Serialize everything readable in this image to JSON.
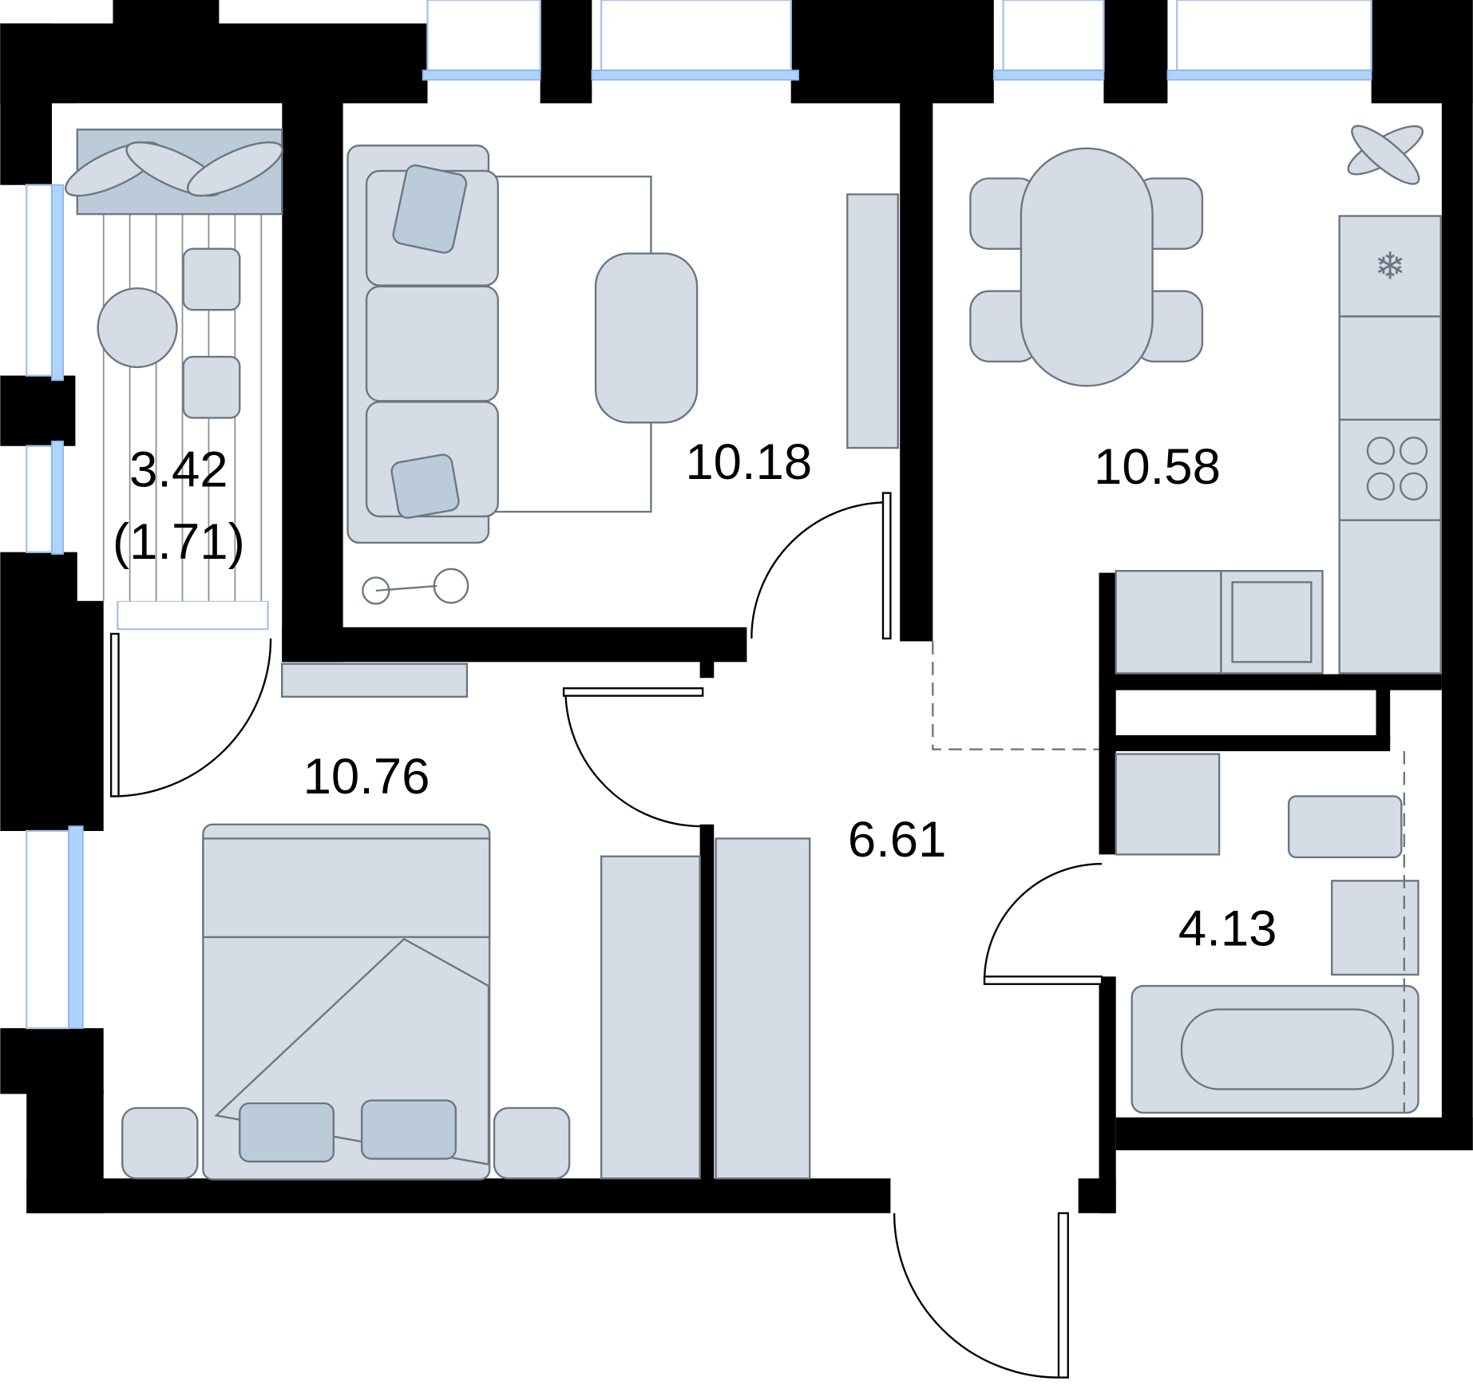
{
  "rooms": {
    "balcony": {
      "area": "3.42",
      "reduced_area": "(1.71)"
    },
    "living_room": {
      "area": "10.18"
    },
    "kitchen": {
      "area": "10.58"
    },
    "bedroom": {
      "area": "10.76"
    },
    "hallway": {
      "area": "6.61"
    },
    "bathroom": {
      "area": "4.13"
    }
  },
  "colors": {
    "wall": "#000000",
    "furniture_fill": "#d5dce5",
    "furniture_stroke": "#6b7680",
    "accent_fill": "#bccbd9",
    "window_glass": "#aed3ff"
  }
}
